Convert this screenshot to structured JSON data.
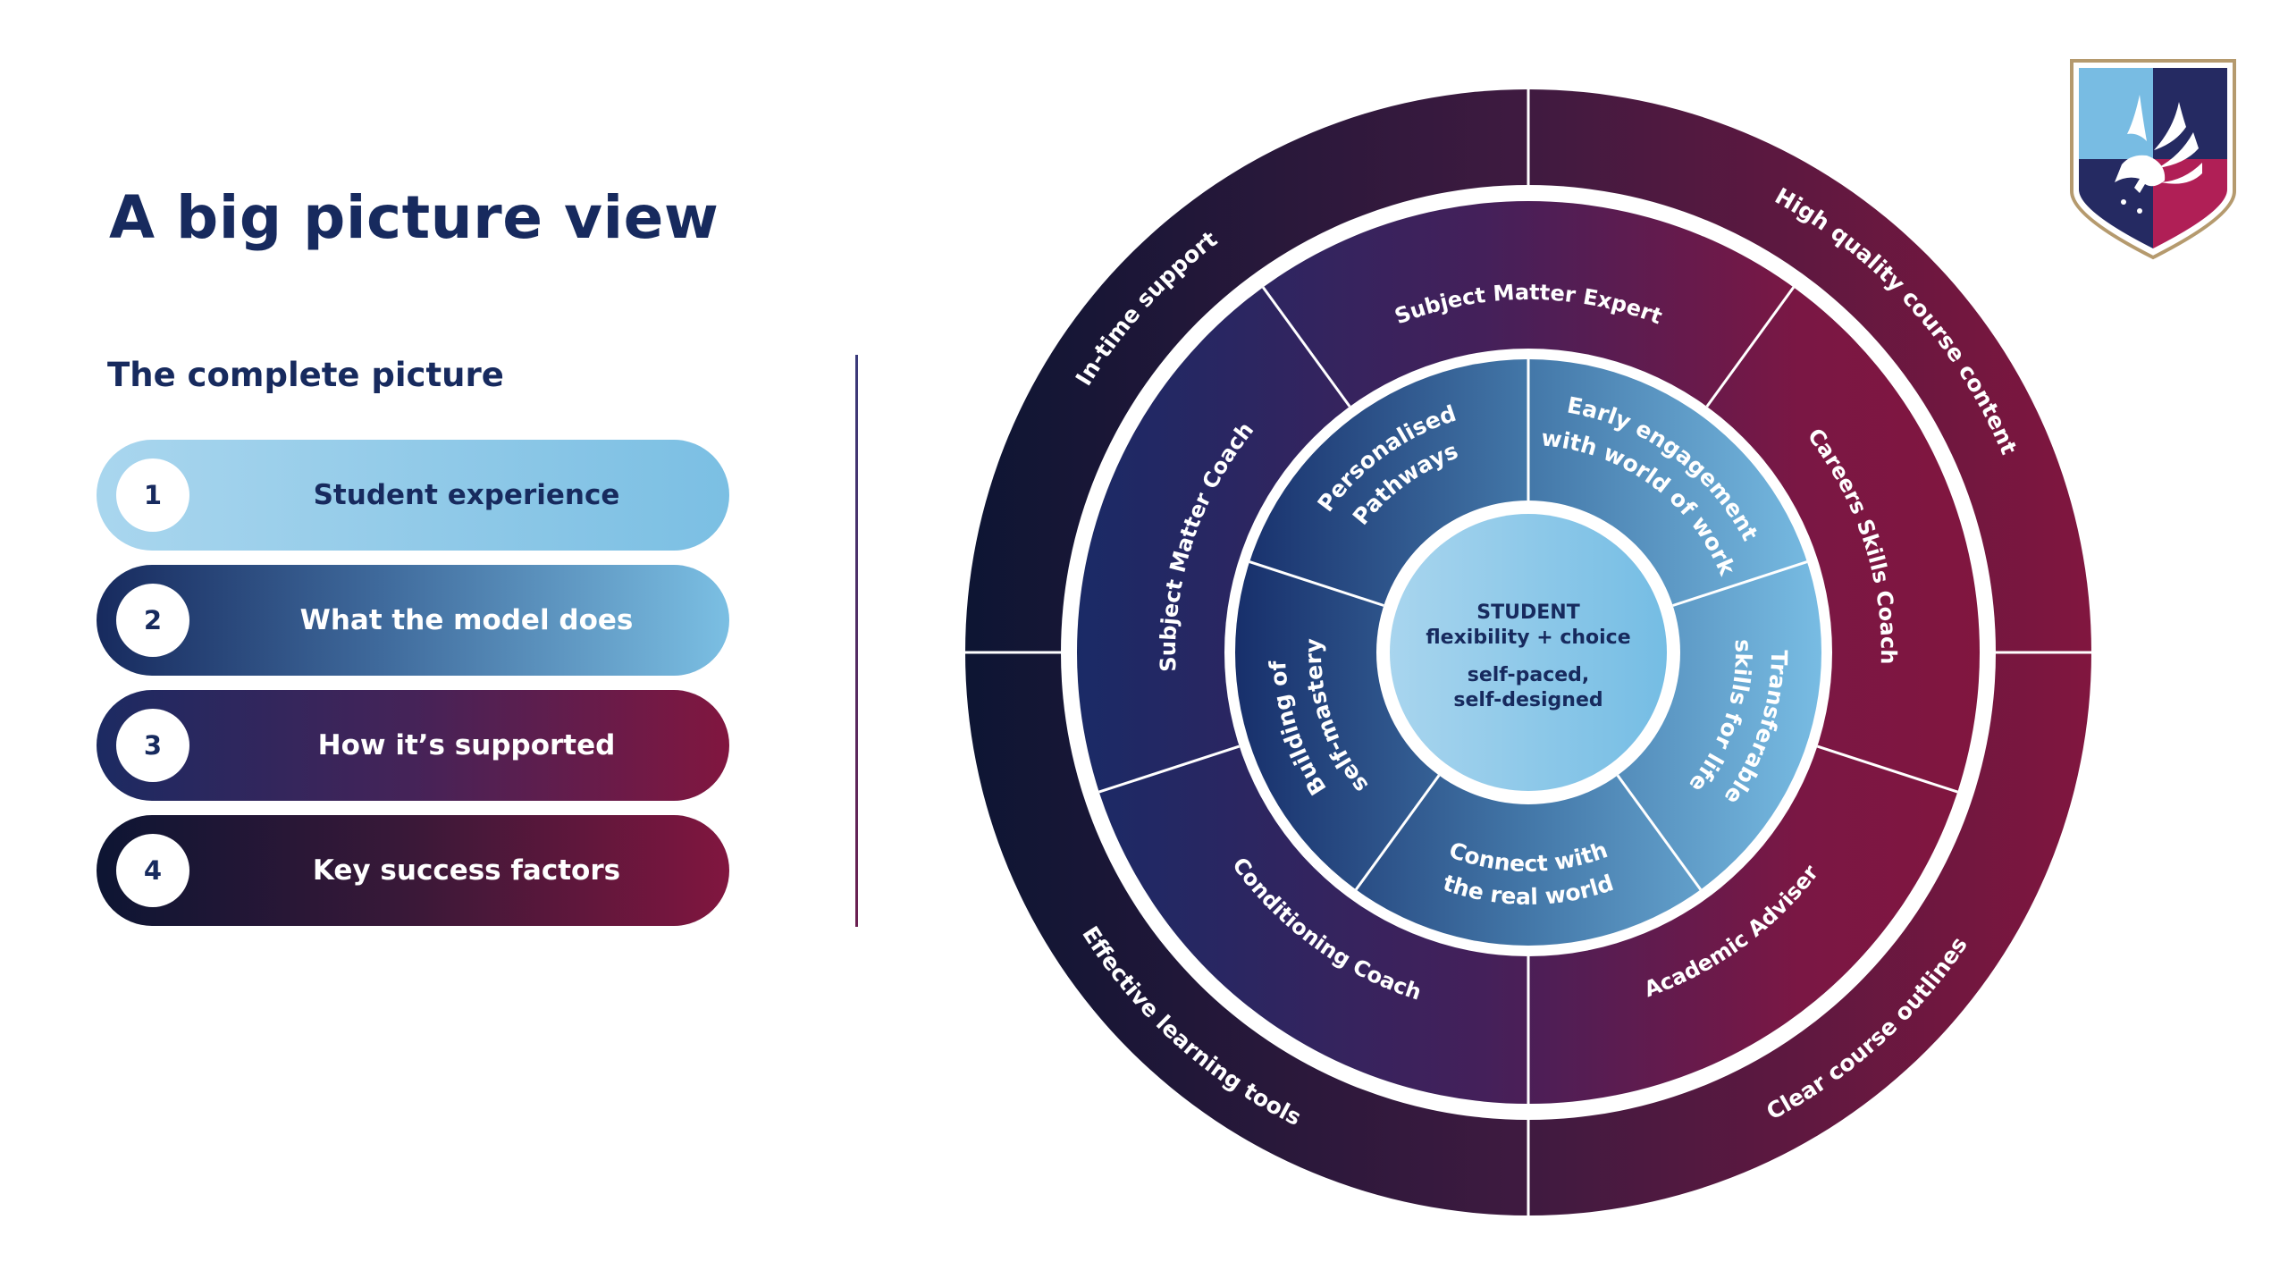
{
  "header": {
    "title": "A big picture view",
    "subtitle": "The complete picture"
  },
  "menu": [
    {
      "number": "1",
      "label": "Student experience"
    },
    {
      "number": "2",
      "label": "What the model does"
    },
    {
      "number": "3",
      "label": "How it’s supported"
    },
    {
      "number": "4",
      "label": "Key success factors"
    }
  ],
  "wheel": {
    "center": {
      "line1": "STUDENT",
      "line2": "flexibility + choice",
      "line3": "self-paced,",
      "line4": "self-designed"
    },
    "inner_ring": [
      {
        "label_line1": "Personalised",
        "label_line2": "Pathways"
      },
      {
        "label_line1": "Early engagement",
        "label_line2": "with world of work"
      },
      {
        "label_line1": "Transferable",
        "label_line2": "skills for life"
      },
      {
        "label_line1": "Connect with",
        "label_line2": "the real world"
      },
      {
        "label_line1": "Building of",
        "label_line2": "self-mastery"
      }
    ],
    "middle_ring": [
      "Subject Matter Expert",
      "Careers Skills Coach",
      "Academic Adviser",
      "Conditioning Coach",
      "Subject Matter Coach"
    ],
    "outer_ring": [
      "High quality course content",
      "Clear course outlines",
      "Effective learning tools",
      "In-time support"
    ]
  },
  "colors": {
    "navy": "#172a5e",
    "light_blue": "#7bbfe3",
    "crimson": "#81163f",
    "dark_navy": "#0d1533",
    "gold_border": "#b59a6e"
  }
}
